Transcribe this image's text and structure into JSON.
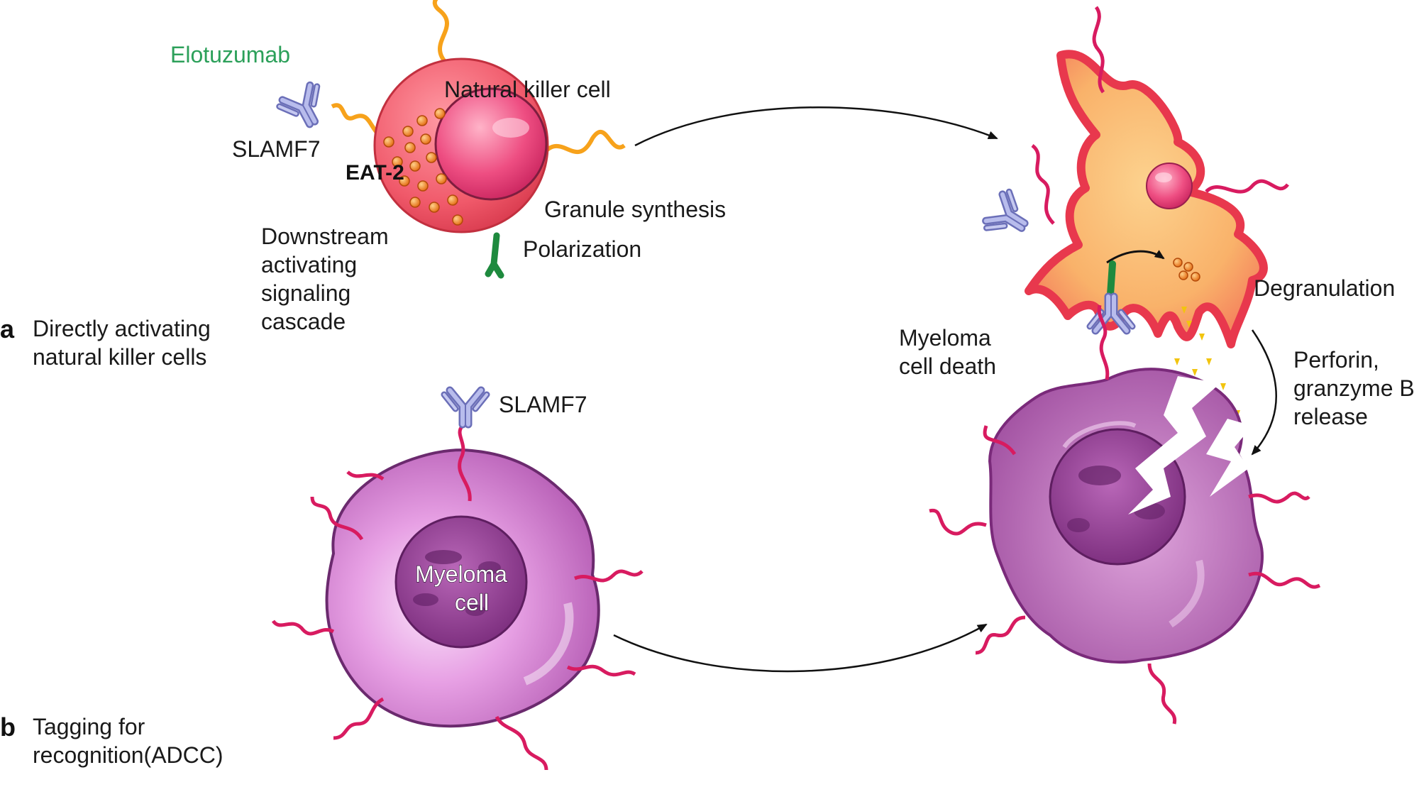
{
  "colors": {
    "drug": "#2ca05a",
    "slamf7": "#d81b60",
    "eat2_orange": "#f7a21b",
    "nk_red": "#e8475a",
    "myeloma_purple": "#b04aa8",
    "antibody": "#8a8fd0",
    "granule_yellow": "#f2c40f"
  },
  "panel_a": {
    "letter": "a",
    "caption_line1": "Directly activating",
    "caption_line2": "natural killer cells"
  },
  "panel_b": {
    "letter": "b",
    "caption_line1": "Tagging for",
    "caption_line2": "recognition(ADCC)"
  },
  "labels": {
    "drug": "Elotuzumab",
    "slamf7_top": "SLAMF7",
    "eat2": "EAT-2",
    "nk_cell": "Natural killer cell",
    "granule_synthesis": "Granule synthesis",
    "polarization": "Polarization",
    "downstream": [
      "Downstream",
      "activating",
      "signaling",
      "cascade"
    ],
    "degranulation": "Degranulation",
    "myeloma_death": [
      "Myeloma",
      "cell death"
    ],
    "perforin": [
      "Perforin,",
      "granzyme B",
      "release"
    ],
    "slamf7_bottom": "SLAMF7",
    "myeloma_cell": [
      "Myeloma",
      "cell"
    ]
  },
  "icons": [
    "antibody-icon",
    "slamf7-receptor-icon",
    "granule-icon",
    "process-arrow-icon"
  ]
}
